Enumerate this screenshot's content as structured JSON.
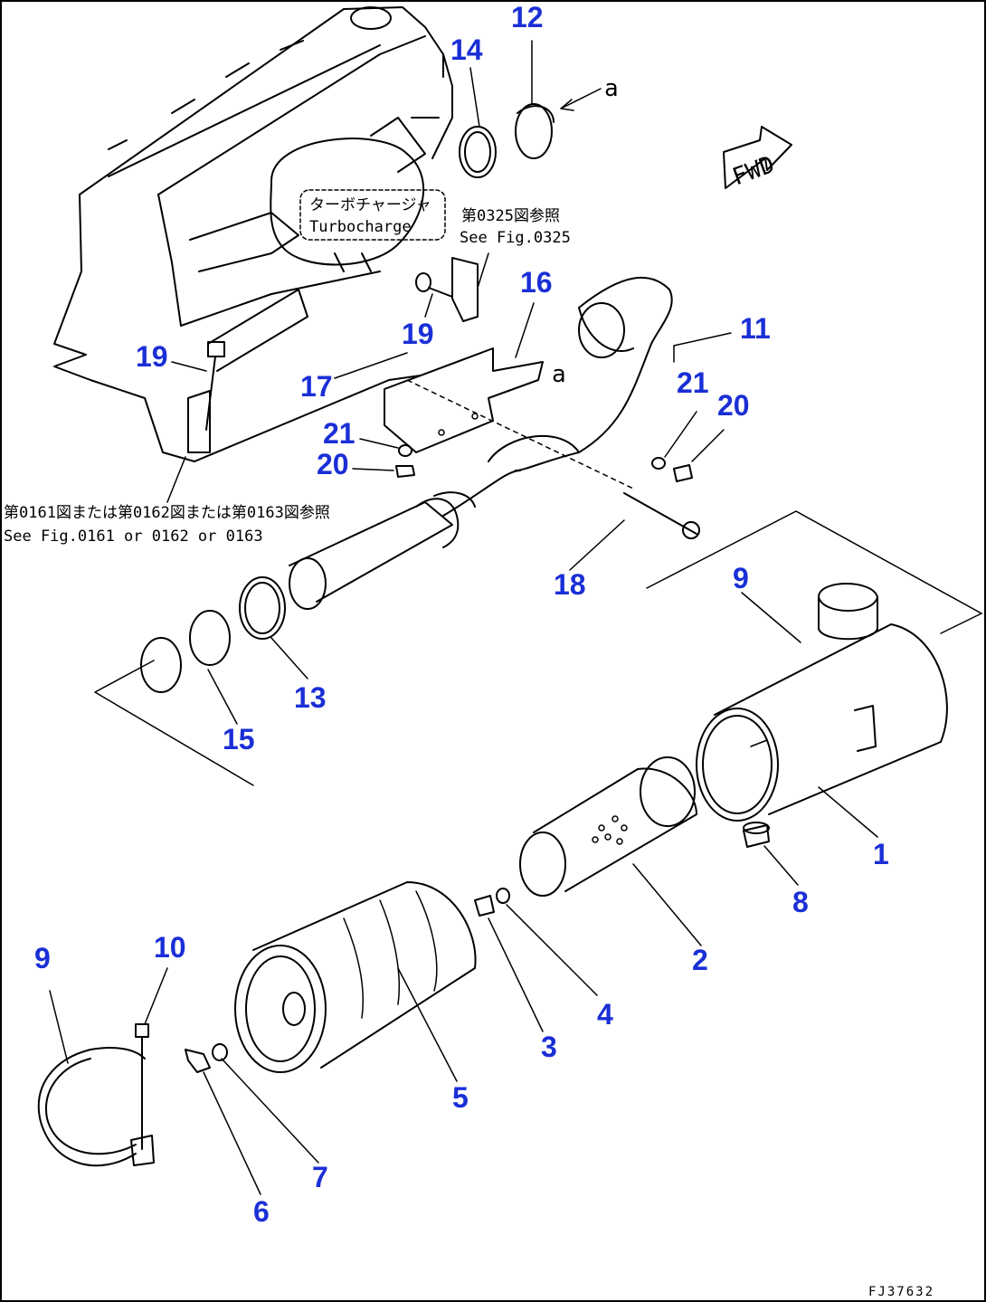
{
  "callouts": [
    "1",
    "2",
    "3",
    "4",
    "5",
    "6",
    "7",
    "8",
    "9",
    "9",
    "10",
    "11",
    "12",
    "13",
    "14",
    "15",
    "16",
    "17",
    "18",
    "19",
    "19",
    "20",
    "20",
    "21",
    "21"
  ],
  "notes": {
    "turbo_jp": "ターボチャージャ",
    "turbo_en": "Turbocharge",
    "fig0325_jp": "第0325図参照",
    "fig0325_en": "See Fig.0325",
    "fig0161_jp": "第0161図または第0162図または第0163図参照",
    "fig0161_en": "See Fig.0161 or 0162 or 0163"
  },
  "markers": {
    "a_top": "a",
    "a_mid": "a",
    "fwd": "FWD"
  },
  "drawing_code": "FJ37632",
  "colors": {
    "callout": "#1a2fd6",
    "line": "#000000",
    "background": "#ffffff"
  }
}
